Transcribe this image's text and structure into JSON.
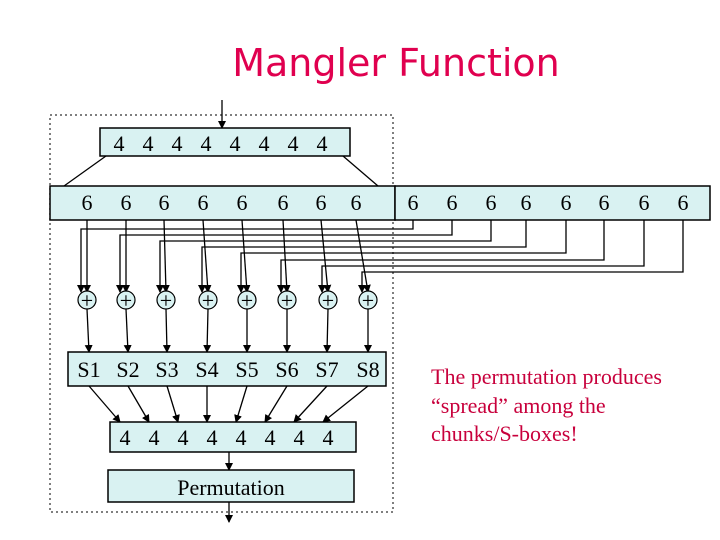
{
  "title": "Mangler Function",
  "input_chunks": [
    "4",
    "4",
    "4",
    "4",
    "4",
    "4",
    "4",
    "4"
  ],
  "expanded_chunks": [
    "6",
    "6",
    "6",
    "6",
    "6",
    "6",
    "6",
    "6"
  ],
  "key_chunks": [
    "6",
    "6",
    "6",
    "6",
    "6",
    "6",
    "6",
    "6"
  ],
  "xor_symbol": "+",
  "sboxes": [
    "S1",
    "S2",
    "S3",
    "S4",
    "S5",
    "S6",
    "S7",
    "S8"
  ],
  "output_chunks": [
    "4",
    "4",
    "4",
    "4",
    "4",
    "4",
    "4",
    "4"
  ],
  "permutation_label": "Permutation",
  "note_lines": [
    "The permutation produces",
    "“spread” among the",
    "chunks/S-boxes!"
  ]
}
